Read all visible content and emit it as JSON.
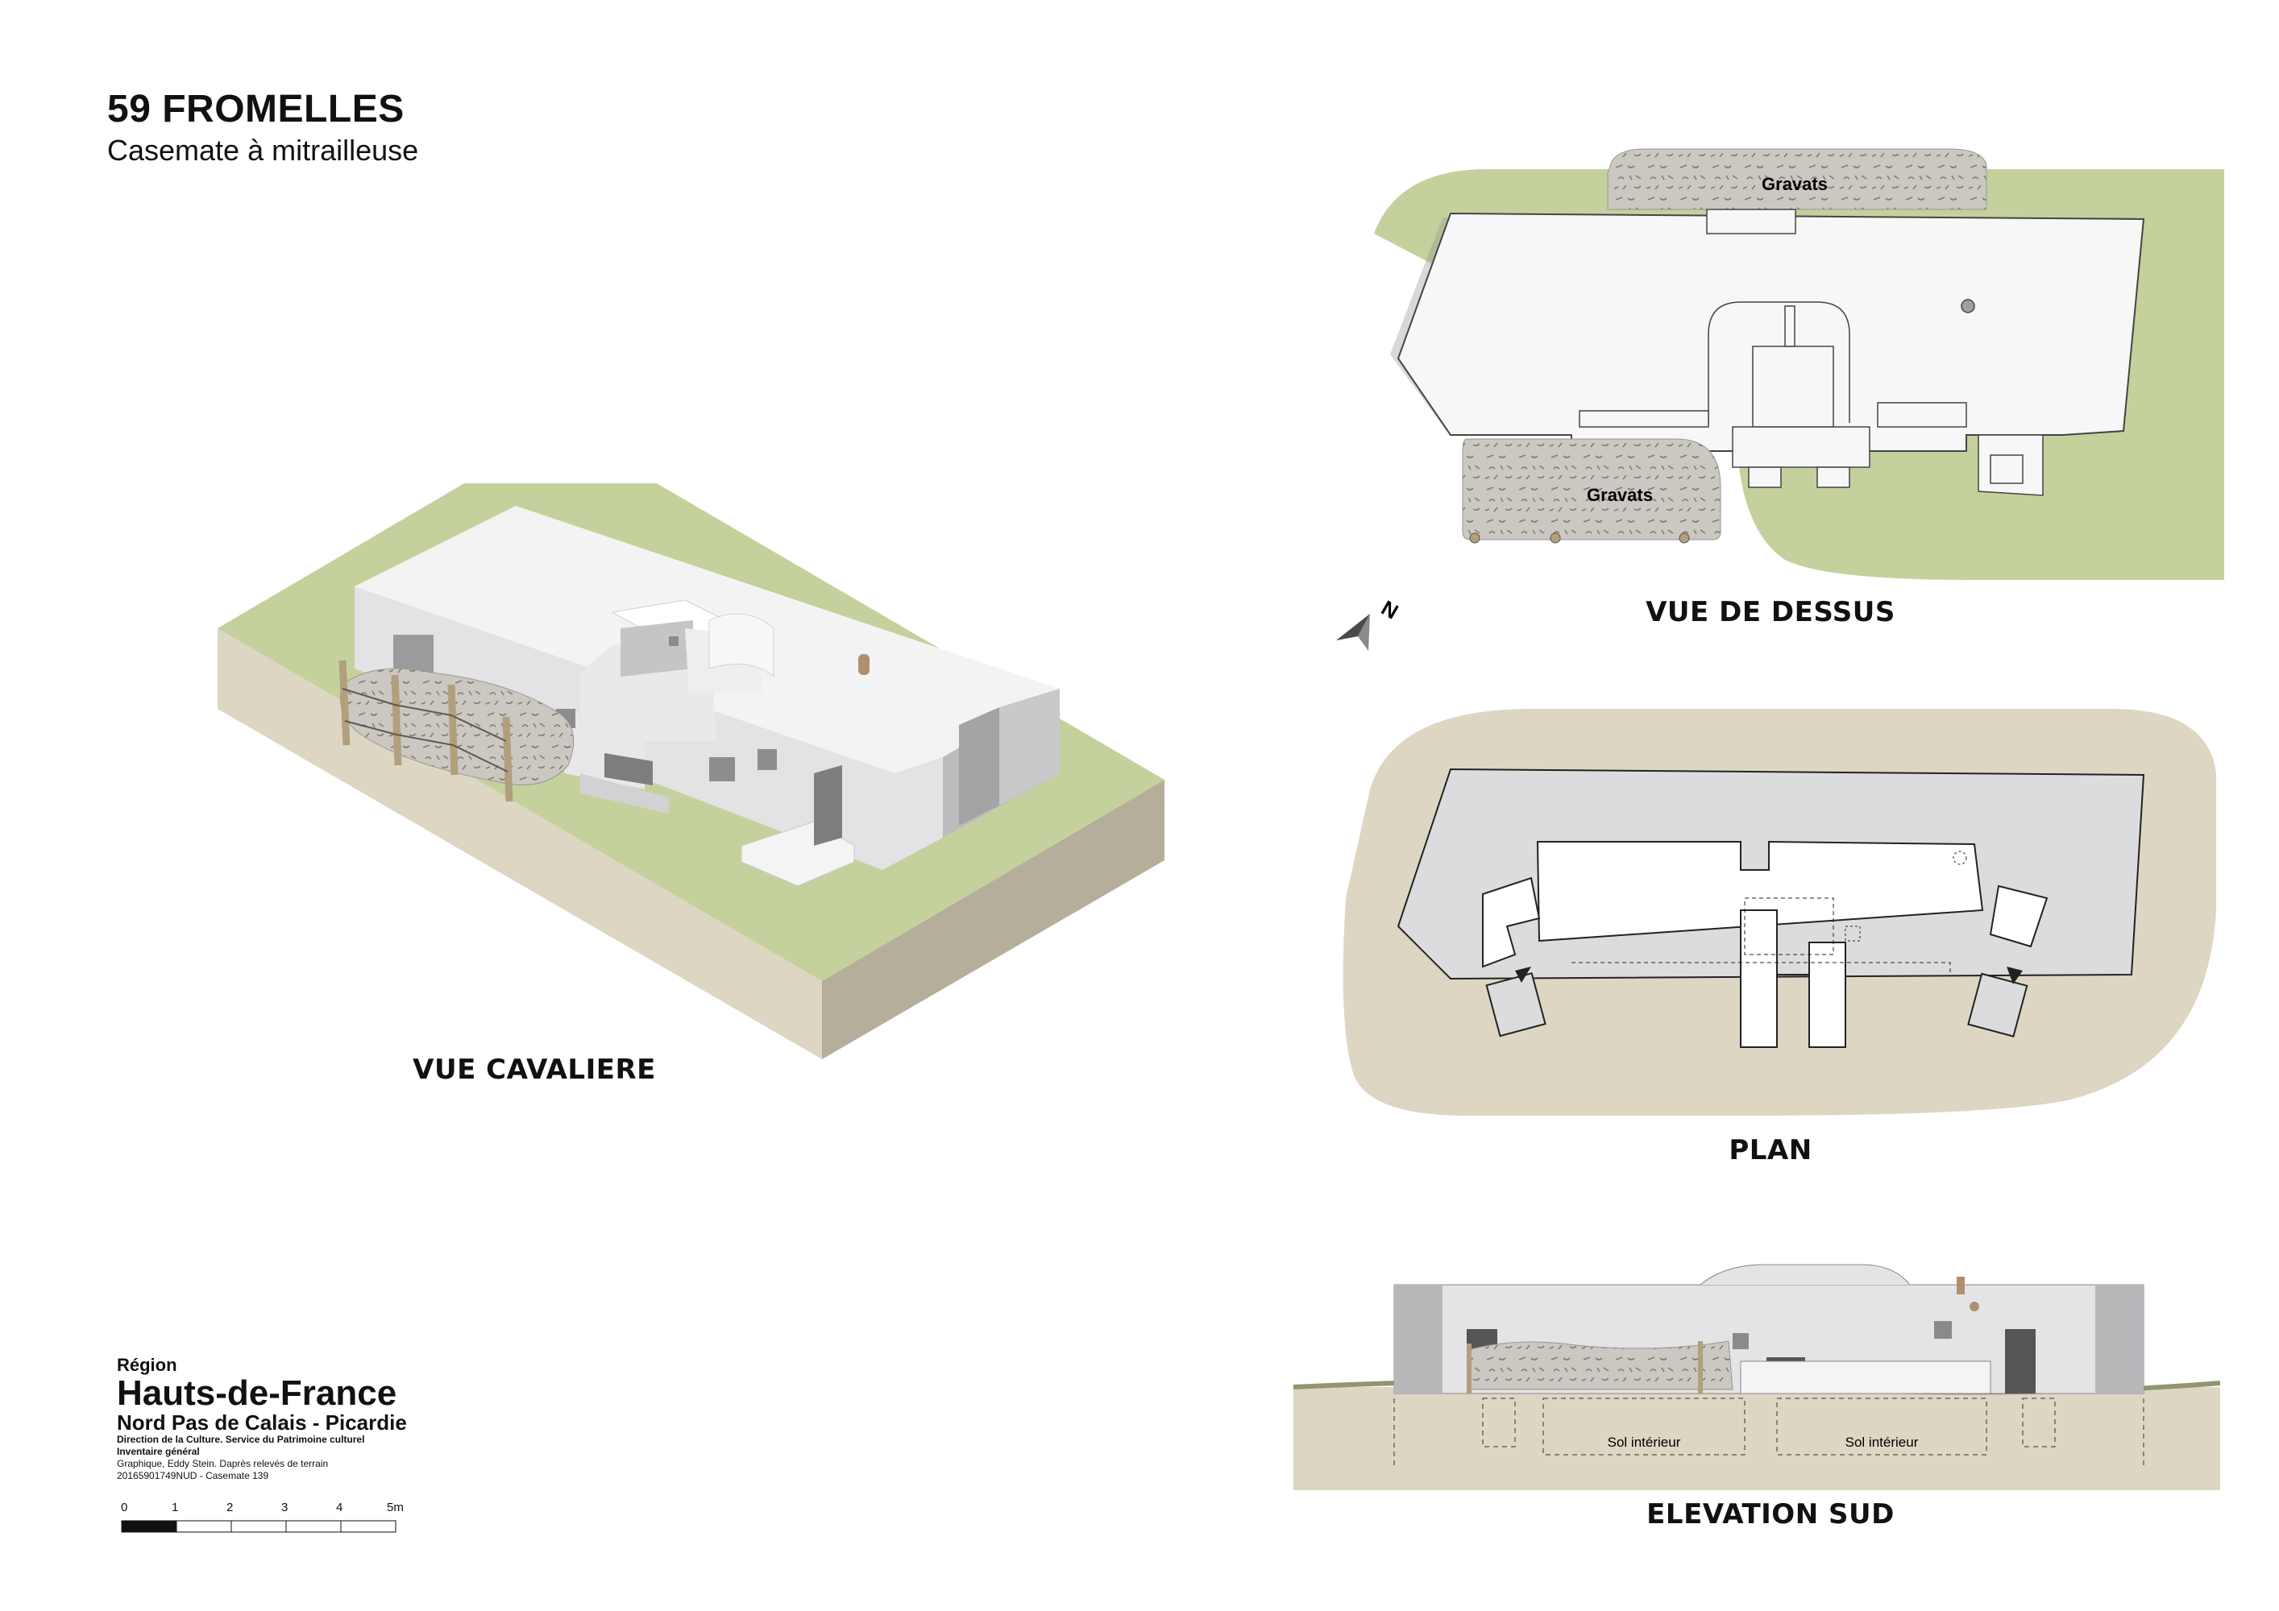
{
  "header": {
    "title": "59 FROMELLES",
    "subtitle": "Casemate à mitrailleuse"
  },
  "views": {
    "isometric": "VUE CAVALIERE",
    "top": "VUE DE DESSUS",
    "plan": "PLAN",
    "elevation": "ELEVATION SUD"
  },
  "labels": {
    "rubble_north": "Gravats",
    "rubble_south": "Gravats",
    "north_arrow": "N",
    "interior_floor_left": "Sol intérieur",
    "interior_floor_right": "Sol intérieur"
  },
  "credits": {
    "region": "Région",
    "hdf": "Hauts-de-France",
    "npc": "Nord Pas de Calais - Picardie",
    "direction": "Direction de la Culture. Service du Patrimoine culturel",
    "inventaire": "Inventaire général",
    "graphique": "Graphique, Eddy Stein. Daprès relevés de terrain",
    "reference": "20165901749NUD - Casemate 139"
  },
  "scale_bar": {
    "ticks": [
      "0",
      "1",
      "2",
      "3",
      "4",
      "5m"
    ]
  },
  "colors": {
    "grass": "#c5d19c",
    "soil": "#ddd6c2",
    "soil_side": "#b8b19d",
    "concrete_light": "#f1f1f1",
    "concrete_mid": "#d8d8da",
    "concrete_dark": "#a9a9ab",
    "rubble": "#c8c5c0",
    "plan_fill": "#dcdcde"
  }
}
